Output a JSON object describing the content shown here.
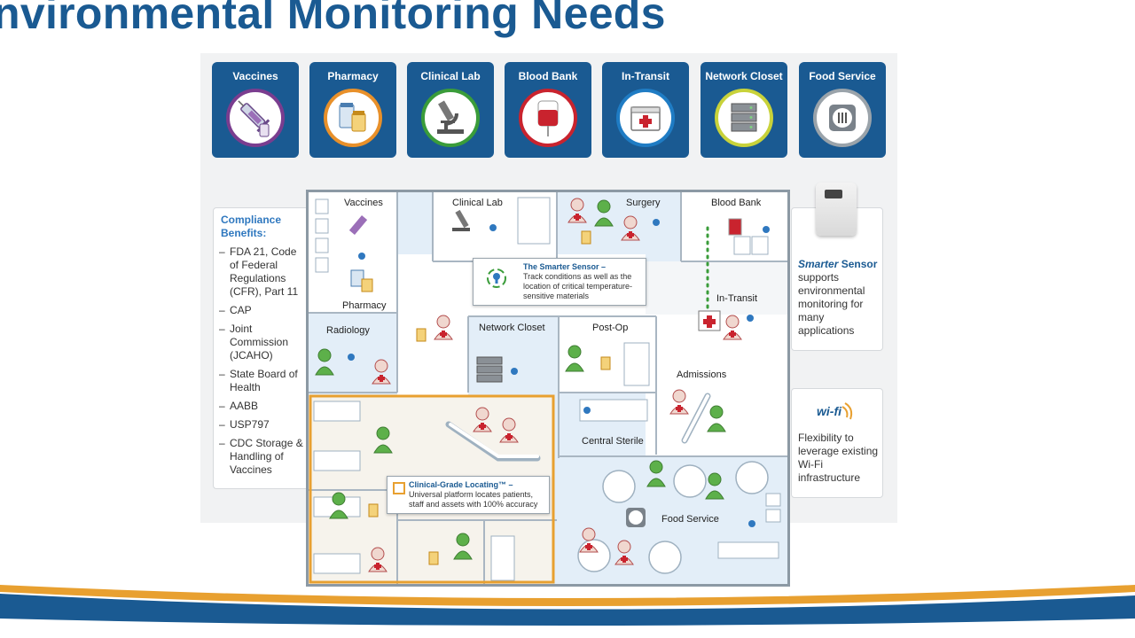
{
  "title": "nvironmental Monitoring Needs",
  "tiles": [
    {
      "label": "Vaccines",
      "icon": "syringe-icon",
      "ring": "#7a3d8f"
    },
    {
      "label": "Pharmacy",
      "icon": "medicine-bottles-icon",
      "ring": "#e8902a"
    },
    {
      "label": "Clinical Lab",
      "icon": "microscope-icon",
      "ring": "#3a9c3a"
    },
    {
      "label": "Blood Bank",
      "icon": "blood-bag-icon",
      "ring": "#c9232e"
    },
    {
      "label": "In-Transit",
      "icon": "medical-cooler-icon",
      "ring": "#1f7cc4"
    },
    {
      "label": "Network Closet",
      "icon": "server-rack-icon",
      "ring": "#c8d23a"
    },
    {
      "label": "Food Service",
      "icon": "food-tray-icon",
      "ring": "#9aa3aa"
    }
  ],
  "compliance": {
    "heading_line1": "Compliance",
    "heading_line2": "Benefits:",
    "items": [
      "FDA 21, Code of Federal Regulations (CFR), Part 11",
      "CAP",
      "Joint Commission (JCAHO)",
      "State Board of Health",
      "AABB",
      "USP797",
      "CDC Storage & Handling of Vaccines"
    ]
  },
  "sensor_box": {
    "brand_italic": "Smarter",
    "brand_rest": " Sensor",
    "description": "supports environmental monitoring for many applications"
  },
  "wifi_box": {
    "logo": "wi-fi",
    "description": "Flexibility to leverage existing Wi-Fi infrastructure"
  },
  "floorplan": {
    "rooms": {
      "vaccines": "Vaccines",
      "clinical_lab": "Clinical Lab",
      "surgery": "Surgery",
      "blood_bank": "Blood Bank",
      "pharmacy": "Pharmacy",
      "in_transit": "In-Transit",
      "radiology": "Radiology",
      "network_closet": "Network Closet",
      "post_op": "Post-Op",
      "admissions": "Admissions",
      "central_sterile": "Central Sterile",
      "food_service": "Food Service"
    },
    "sensor_callout": {
      "title": "The Smarter Sensor –",
      "text": "Track conditions as well as the location of critical temperature-sensitive materials"
    },
    "locating_callout": {
      "title": "Clinical-Grade Locating™ –",
      "text": "Universal platform locates patients, staff and assets with 100% accuracy"
    }
  },
  "colors": {
    "brand_blue": "#1a5a92",
    "highlight_orange": "#e8a030",
    "staff_green": "#5db04a",
    "patient_red": "#c9232e"
  }
}
